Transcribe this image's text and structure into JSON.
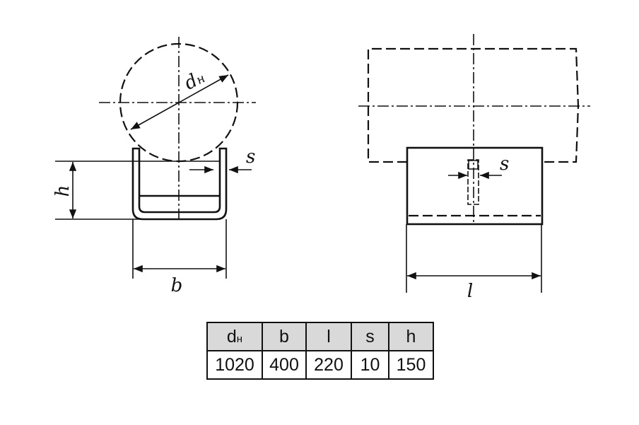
{
  "labels": {
    "diameter": "d",
    "diameter_sub": "н",
    "width": "b",
    "height": "h",
    "thickness_left": "s",
    "thickness_right": "s",
    "length": "l"
  },
  "table": {
    "headers": [
      {
        "main": "d",
        "sub": "н"
      },
      {
        "main": "b",
        "sub": ""
      },
      {
        "main": "l",
        "sub": ""
      },
      {
        "main": "s",
        "sub": ""
      },
      {
        "main": "h",
        "sub": ""
      }
    ],
    "values": [
      "1020",
      "400",
      "220",
      "10",
      "150"
    ]
  }
}
